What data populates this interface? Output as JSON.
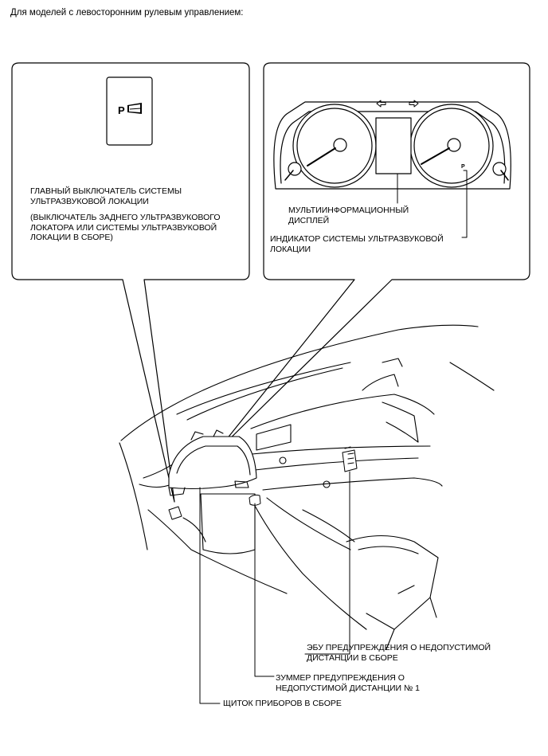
{
  "header": "Для моделей с левосторонним рулевым управлением:",
  "left_callout": {
    "switch_glyph": "P",
    "switch_label": "ГЛАВНЫЙ ВЫКЛЮЧАТЕЛЬ СИСТЕМЫ\nУЛЬТРАЗВУКОВОЙ ЛОКАЦИИ",
    "switch_note": "(ВЫКЛЮЧАТЕЛЬ ЗАДНЕГО УЛЬТРАЗВУКОВОГО\nЛОКАТОРА ИЛИ СИСТЕМЫ УЛЬТРАЗВУКОВОЙ\nЛОКАЦИИ В СБОРЕ)"
  },
  "right_callout": {
    "indicator_glyph": "P",
    "display_label": "МУЛЬТИИНФОРМАЦИОННЫЙ\nДИСПЛЕЙ",
    "indicator_label": "ИНДИКАТОР СИСТЕМЫ УЛЬТРАЗВУКОВОЙ\nЛОКАЦИИ"
  },
  "bottom_labels": {
    "ecu": "ЭБУ ПРЕДУПРЕЖДЕНИЯ О НЕДОПУСТИМОЙ\nДИСТАНЦИИ В СБОРЕ",
    "buzzer": "ЗУММЕР ПРЕДУПРЕЖДЕНИЯ О\nНЕДОПУСТИМОЙ ДИСТАНЦИИ № 1",
    "cluster": "ЩИТОК ПРИБОРОВ В СБОРЕ"
  }
}
